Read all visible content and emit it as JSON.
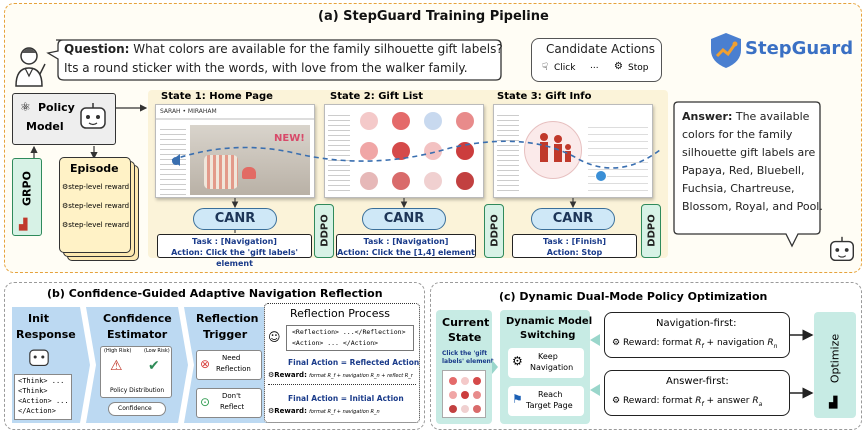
{
  "top": {
    "title": "(a) StepGuard Training Pipeline",
    "question_label": "Question:",
    "question_text_1": "What colors are available for the family silhouette gift labels?",
    "question_text_2": "Its a round sticker with the words, with love from the walker family.",
    "candidate": {
      "title": "Candidate Actions",
      "click": "Click",
      "dots": "...",
      "stop": "Stop"
    },
    "logo": "StepGuard",
    "policy_model": [
      "Policy",
      "Model"
    ],
    "grpo": "GRPO",
    "episode": {
      "title": "Episode",
      "reward": "step-level reward"
    },
    "states": [
      {
        "title": "State 1: Home Page",
        "task": "Task : [Navigation]",
        "action": "Action: Click the 'gift labels' element"
      },
      {
        "title": "State 2: Gift List",
        "task": "Task : [Navigation]",
        "action": "Action: Click the [1,4] element"
      },
      {
        "title": "State 3: Gift Info",
        "task": "Task : [Finish]",
        "action": "Action: Stop"
      }
    ],
    "canr": "CANR",
    "ddpo": "DDPO",
    "site_name": "SARAH • MIRAHAM",
    "new_badge": "NEW!",
    "answer_label": "Answer:",
    "answer_lines": [
      "The available",
      "colors for the family",
      "silhouette gift labels are",
      "Papaya, Red, Bluebell,",
      "Fuchsia, Chartreuse,",
      "Blossom, Royal, and Pool."
    ]
  },
  "b": {
    "title": "(b) Confidence-Guided Adaptive Navigation Reflection",
    "init": [
      "Init",
      "Response"
    ],
    "init_tags": [
      "<Think>",
      "<Think>",
      "<Action>",
      "</Action>"
    ],
    "init_dots": "...",
    "conf_title": [
      "Confidence",
      "Estimator"
    ],
    "conf_high": "(High Risk)",
    "conf_low": "(Low Risk)",
    "policy_dist": "Policy Distribution",
    "confidence": "Confidence",
    "trigger_title": [
      "Reflection",
      "Trigger"
    ],
    "need": [
      "Need",
      "Reflection"
    ],
    "dont": [
      "Don't",
      "Reflect"
    ],
    "proc_title": "Reflection Process",
    "proc_tag1": "<Reflection> ...</Reflection>",
    "proc_tag2": "<Action> ... </Action>",
    "final1": "Final Action = Reflected Action",
    "reward1_label": "Reward:",
    "reward1": "format R_f + navigation R_n + reflect R_r",
    "final2": "Final Action = Initial Action",
    "reward2_label": "Reward:",
    "reward2": "format R_f + navigation R_n"
  },
  "c": {
    "title": "(c) Dynamic Dual-Mode Policy Optimization",
    "current": [
      "Current",
      "State"
    ],
    "click_note": [
      "Click the 'gift",
      "labels' element"
    ],
    "dms": [
      "Dynamic Model",
      "Switching"
    ],
    "keep": [
      "Keep",
      "Navigation"
    ],
    "reach": [
      "Reach",
      "Target Page"
    ],
    "nav_first": "Navigation-first:",
    "nav_reward_label": "Reward:",
    "nav_reward": "format",
    "nav_plus": "+ navigation",
    "ans_first": "Answer-first:",
    "ans_reward_label": "Reward:",
    "ans_reward": "format",
    "ans_plus": "+ answer",
    "optimize": "Optimize"
  }
}
